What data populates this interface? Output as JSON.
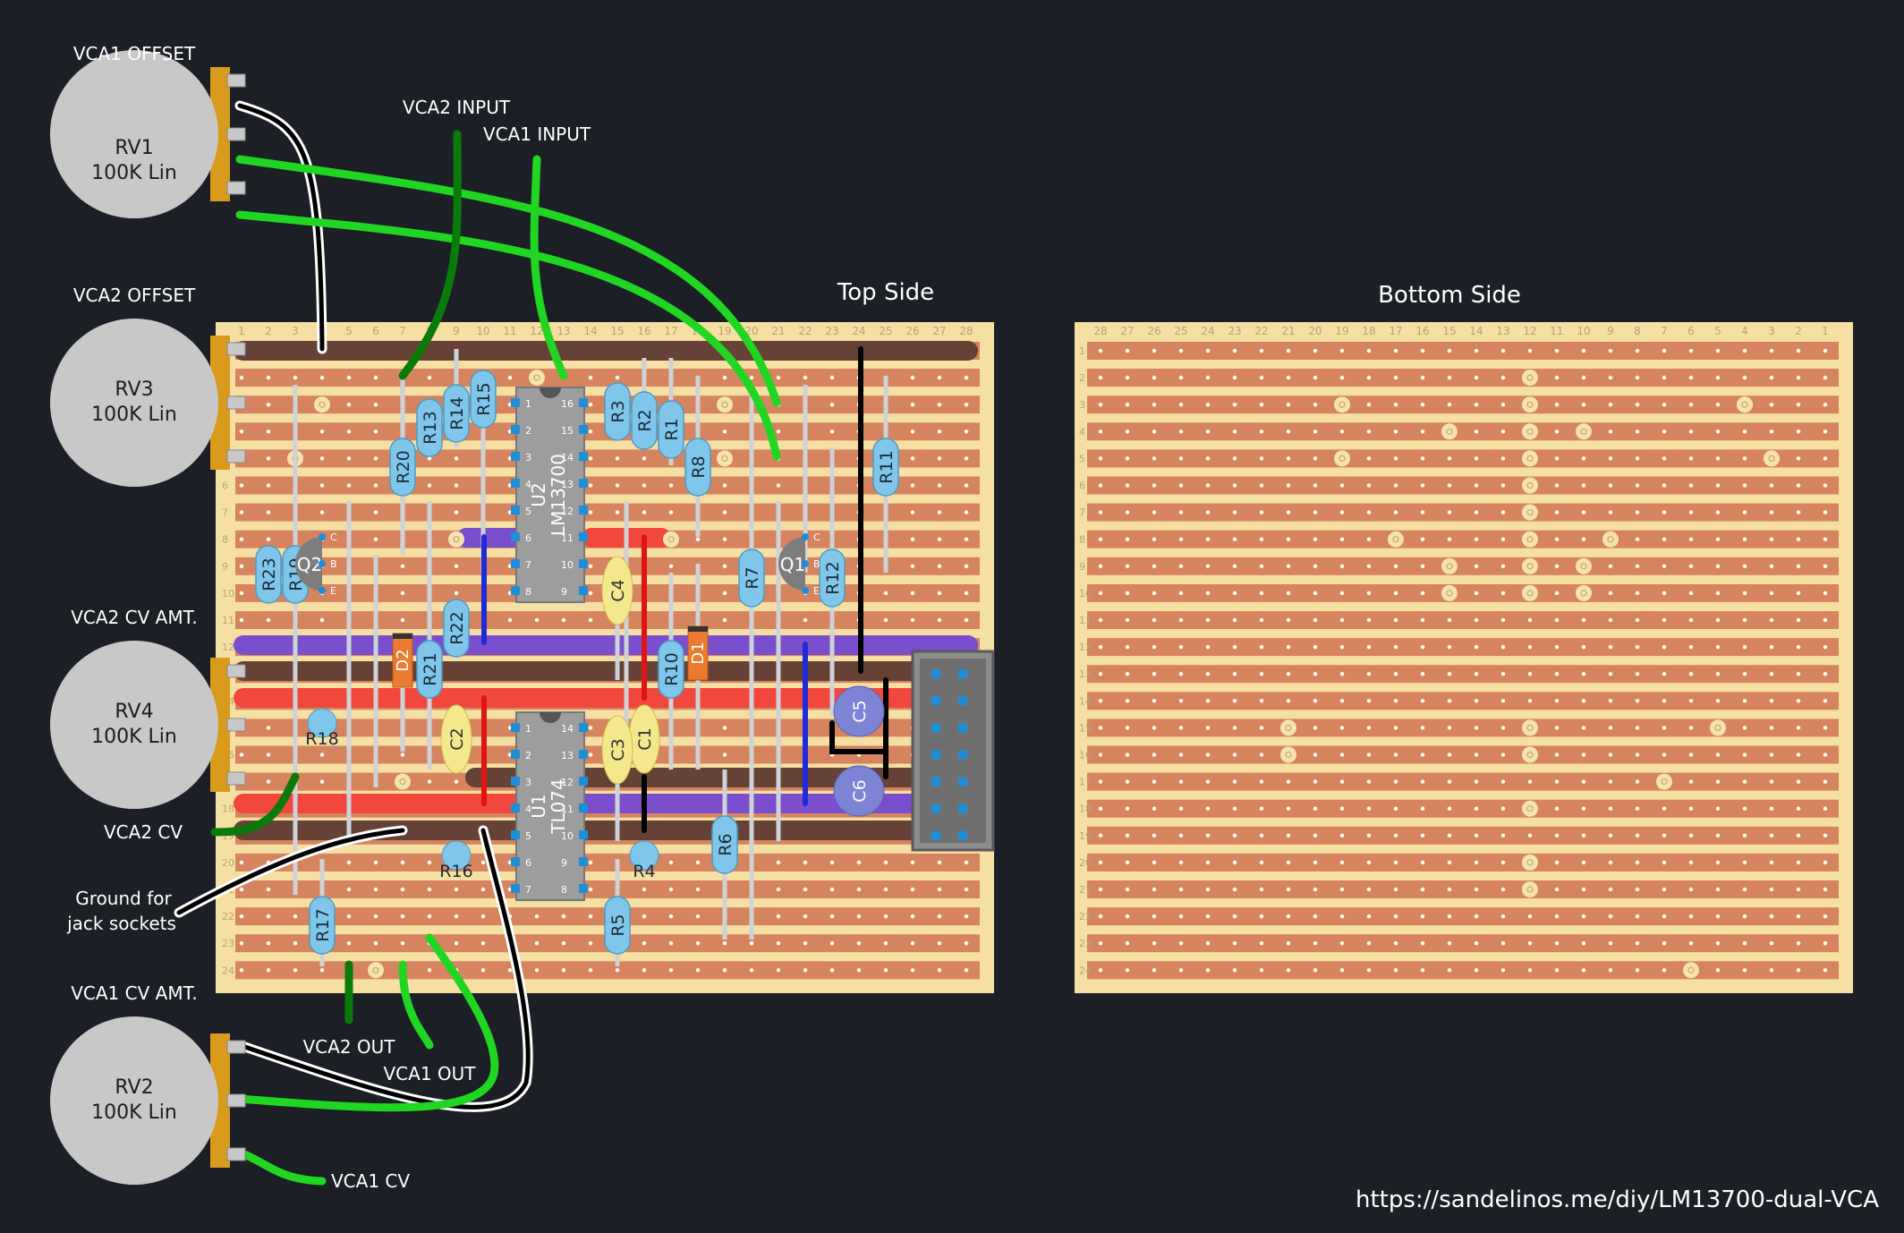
{
  "titles": {
    "top": "Top Side",
    "bottom": "Bottom Side"
  },
  "pots": [
    {
      "id": "RV1",
      "label": "RV1",
      "value": "100K Lin",
      "role": "VCA1 OFFSET"
    },
    {
      "id": "RV3",
      "label": "RV3",
      "value": "100K Lin",
      "role": "VCA2 OFFSET"
    },
    {
      "id": "RV4",
      "label": "RV4",
      "value": "100K Lin",
      "role": "VCA2 CV AMT."
    },
    {
      "id": "RV2",
      "label": "RV2",
      "value": "100K Lin",
      "role": "VCA1 CV AMT."
    }
  ],
  "signals": {
    "vca2_input": "VCA2 INPUT",
    "vca1_input": "VCA1 INPUT",
    "vca2_cv": "VCA2 CV",
    "ground_line1": "Ground for",
    "ground_line2": "jack sockets",
    "vca2_out": "VCA2 OUT",
    "vca1_out": "VCA1 OUT",
    "vca1_cv": "VCA1 CV"
  },
  "ics": [
    {
      "ref": "U2",
      "part": "LM13700",
      "pins_left": [
        "1",
        "2",
        "3",
        "4",
        "5",
        "6",
        "7",
        "8"
      ],
      "pins_right": [
        "16",
        "15",
        "14",
        "13",
        "12",
        "11",
        "10",
        "9"
      ]
    },
    {
      "ref": "U1",
      "part": "TL074",
      "pins_left": [
        "1",
        "2",
        "3",
        "4",
        "5",
        "6",
        "7"
      ],
      "pins_right": [
        "14",
        "13",
        "12",
        "11",
        "10",
        "9",
        "8"
      ]
    }
  ],
  "resistors": [
    "R1",
    "R2",
    "R3",
    "R4",
    "R5",
    "R6",
    "R7",
    "R8",
    "R10",
    "R11",
    "R12",
    "R13",
    "R14",
    "R15",
    "R16",
    "R17",
    "R18",
    "R19",
    "R20",
    "R21",
    "R22",
    "R23"
  ],
  "caps_film": [
    "C1",
    "C2",
    "C3",
    "C4"
  ],
  "caps_electrolytic": [
    "C5",
    "C6"
  ],
  "diodes": [
    "D1",
    "D2"
  ],
  "transistors": [
    {
      "ref": "Q1",
      "pins": [
        "C",
        "B",
        "E"
      ]
    },
    {
      "ref": "Q2",
      "pins": [
        "C",
        "B",
        "E"
      ]
    }
  ],
  "strip_count": 24,
  "column_count": 28,
  "url": "https://sandelinos.me/diy/LM13700-dual-VCA",
  "colors": {
    "background": "#1c1f25",
    "board": "#f6dfa3",
    "strip": "#d5845f",
    "ground_rail": "#654136",
    "positive_rail": "#f2473d",
    "negative_rail": "#7a4ecc",
    "jumper_green": "#21d523",
    "jumper_dark_green": "#0a7a0a",
    "resistor": "#7fc6ea",
    "film_cap": "#f3e88c",
    "electrolytic": "#7d84d6",
    "ic": "#9d9d9d",
    "pot": "#c8c8c8"
  }
}
